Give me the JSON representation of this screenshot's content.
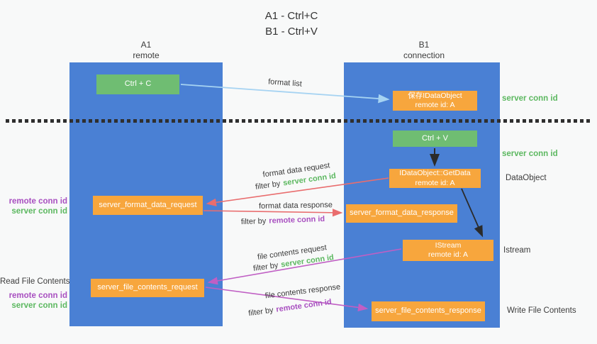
{
  "title": {
    "line1": "A1 - Ctrl+C",
    "line2": "B1 - Ctrl+V"
  },
  "columns": {
    "a1": {
      "name": "A1",
      "subtitle": "remote"
    },
    "b1": {
      "name": "B1",
      "subtitle": "connection"
    }
  },
  "boxes": {
    "ctrl_c": "Ctrl + C",
    "ctrl_v": "Ctrl + V",
    "save_idataobject": {
      "line1": "保存IDataObject",
      "line2": "remote id: A"
    },
    "idataobject_getdata": {
      "line1": "IDataObject::GetData",
      "line2": "remote id: A"
    },
    "istream": {
      "line1": "IStream",
      "line2": "remote id: A"
    },
    "server_format_data_request": "server_format_data_request",
    "server_format_data_response": "server_format_data_response",
    "server_file_contents_request": "server_file_contents_request",
    "server_file_contents_response": "server_file_contents_response"
  },
  "arrow_labels": {
    "format_list": "format list",
    "format_data_request": "format data request",
    "format_data_response": "format data response",
    "file_contents_request": "file contents request",
    "file_contents_response": "file contents response",
    "filter_by": "filter by",
    "server_conn_id": "server conn id",
    "remote_conn_id": "remote conn id"
  },
  "side_labels": {
    "left_top_remote": "remote conn id",
    "left_top_server": "server conn id",
    "read_file_contents": "Read File Contents",
    "left_bottom_remote": "remote conn id",
    "left_bottom_server": "server conn id",
    "right_server_conn_id_1": "server conn id",
    "right_server_conn_id_2": "server conn id",
    "dataobject": "DataObject",
    "istream": "Istream",
    "write_file_contents": "Write File Contents"
  },
  "colors": {
    "background": "#f8f9f9",
    "column_blue": "#4a80d4",
    "box_green": "#6fbd72",
    "box_orange": "#f7a63d",
    "arrow_light_blue": "#a6d3f2",
    "arrow_black": "#2b2b2b",
    "arrow_salmon": "#e96d6e",
    "arrow_magenta": "#c05fc4",
    "text_green": "#5cb860",
    "text_purple": "#a84fc0",
    "dotted_line": "#2f2f2f"
  }
}
